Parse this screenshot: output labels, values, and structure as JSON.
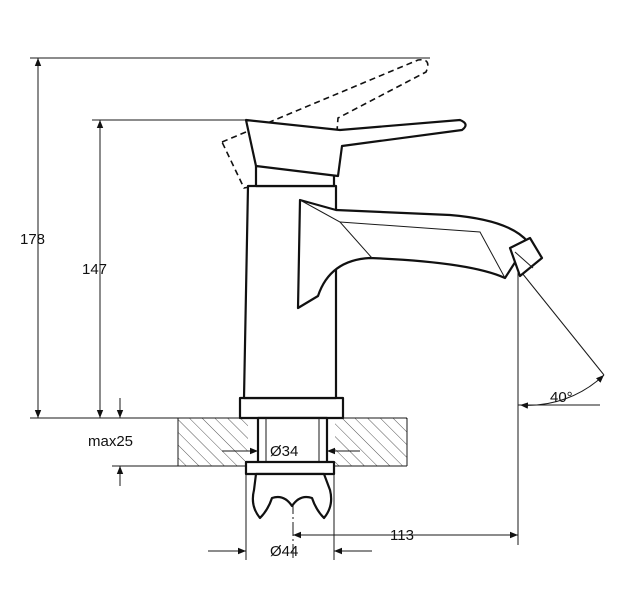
{
  "dimensions": {
    "total_height": "178",
    "body_height": "147",
    "max_thickness": "max25",
    "hole_diameter": "Ø34",
    "nut_diameter": "Ø44",
    "spout_reach": "113",
    "spray_angle": "40°"
  },
  "colors": {
    "line": "#111111",
    "background": "#ffffff"
  }
}
